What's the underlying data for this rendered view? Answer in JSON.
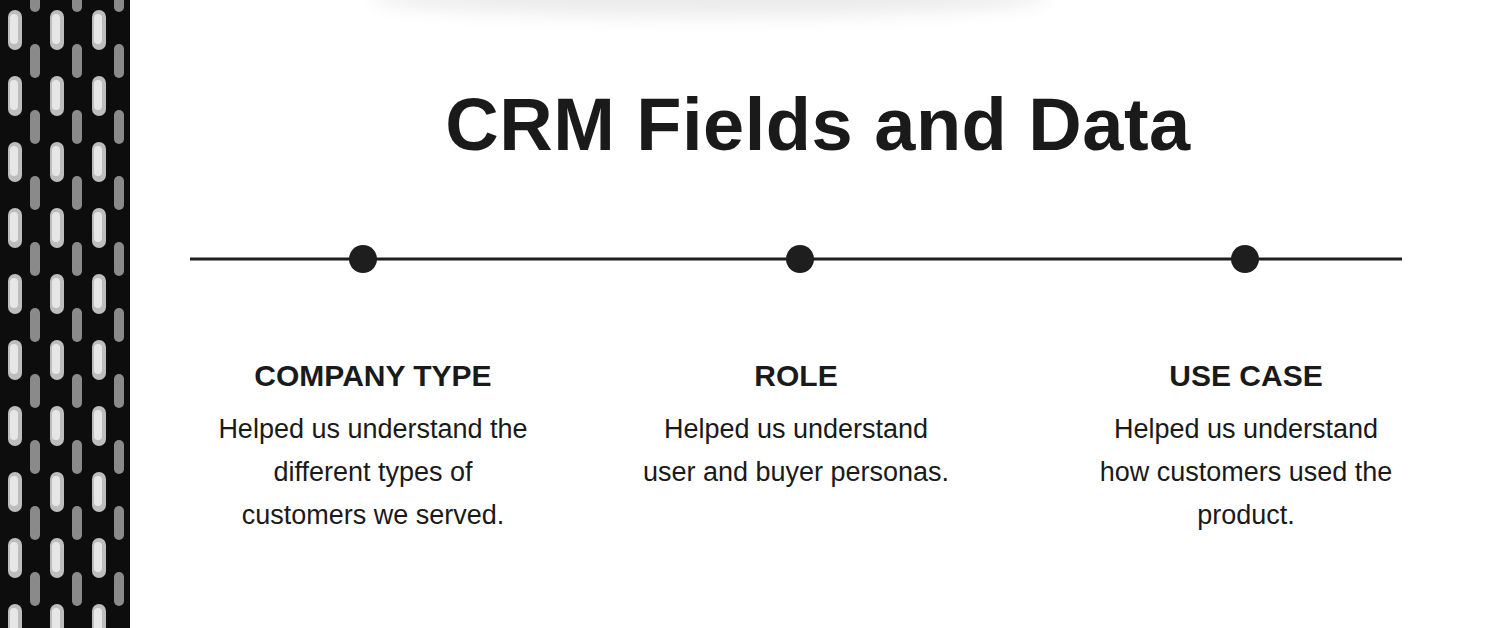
{
  "diagram": {
    "title": "CRM Fields and Data",
    "nodes": [
      {
        "text": [
          "COMPANY TYPE",
          "Helped us understand the different types of customers we served."
        ]
      },
      {
        "text": [
          "ROLE",
          "Helped us understand user and buyer personas."
        ]
      },
      {
        "text": [
          "USE CASE",
          "Helped us understand how customers used the product."
        ]
      }
    ]
  }
}
